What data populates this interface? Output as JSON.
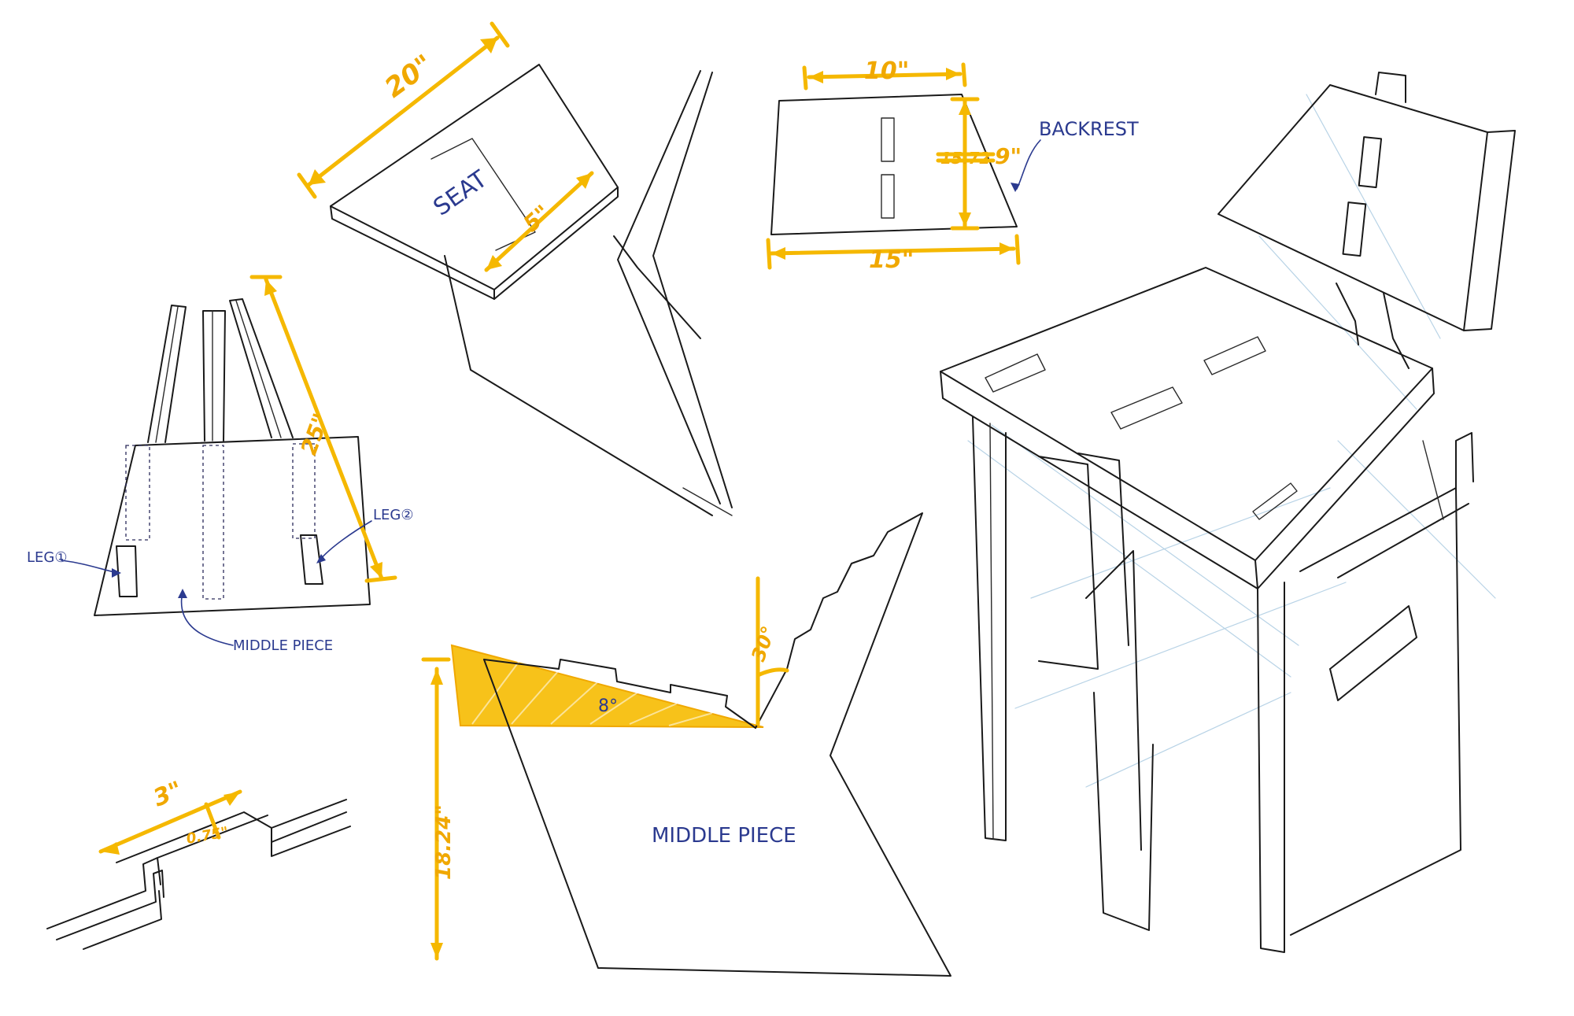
{
  "colors": {
    "ink": "#1a1a1a",
    "annotation_blue": "#2b3a8f",
    "dimension_orange": "#f5b800",
    "shading_blue": "#b8d3e6"
  },
  "seat_sketch": {
    "width_dim": "20\"",
    "slot_dim": "5\"",
    "label": "SEAT"
  },
  "backrest_sketch": {
    "top_dim": "10\"",
    "height_struck": "15.72",
    "height_dim": "9\"",
    "bottom_dim": "15\"",
    "label": "BACKREST"
  },
  "legs_sketch": {
    "height_dim": "25\"",
    "leg_left": "LEG①",
    "leg_right": "LEG②",
    "middle_label": "MIDDLE PIECE"
  },
  "middle_piece_sketch": {
    "angle_top": "30°",
    "angle_slope": "8°",
    "height_dim": "18.24\"",
    "label": "MIDDLE PIECE"
  },
  "notch_detail": {
    "length_dim": "3\"",
    "depth_dim": "0.75\""
  }
}
